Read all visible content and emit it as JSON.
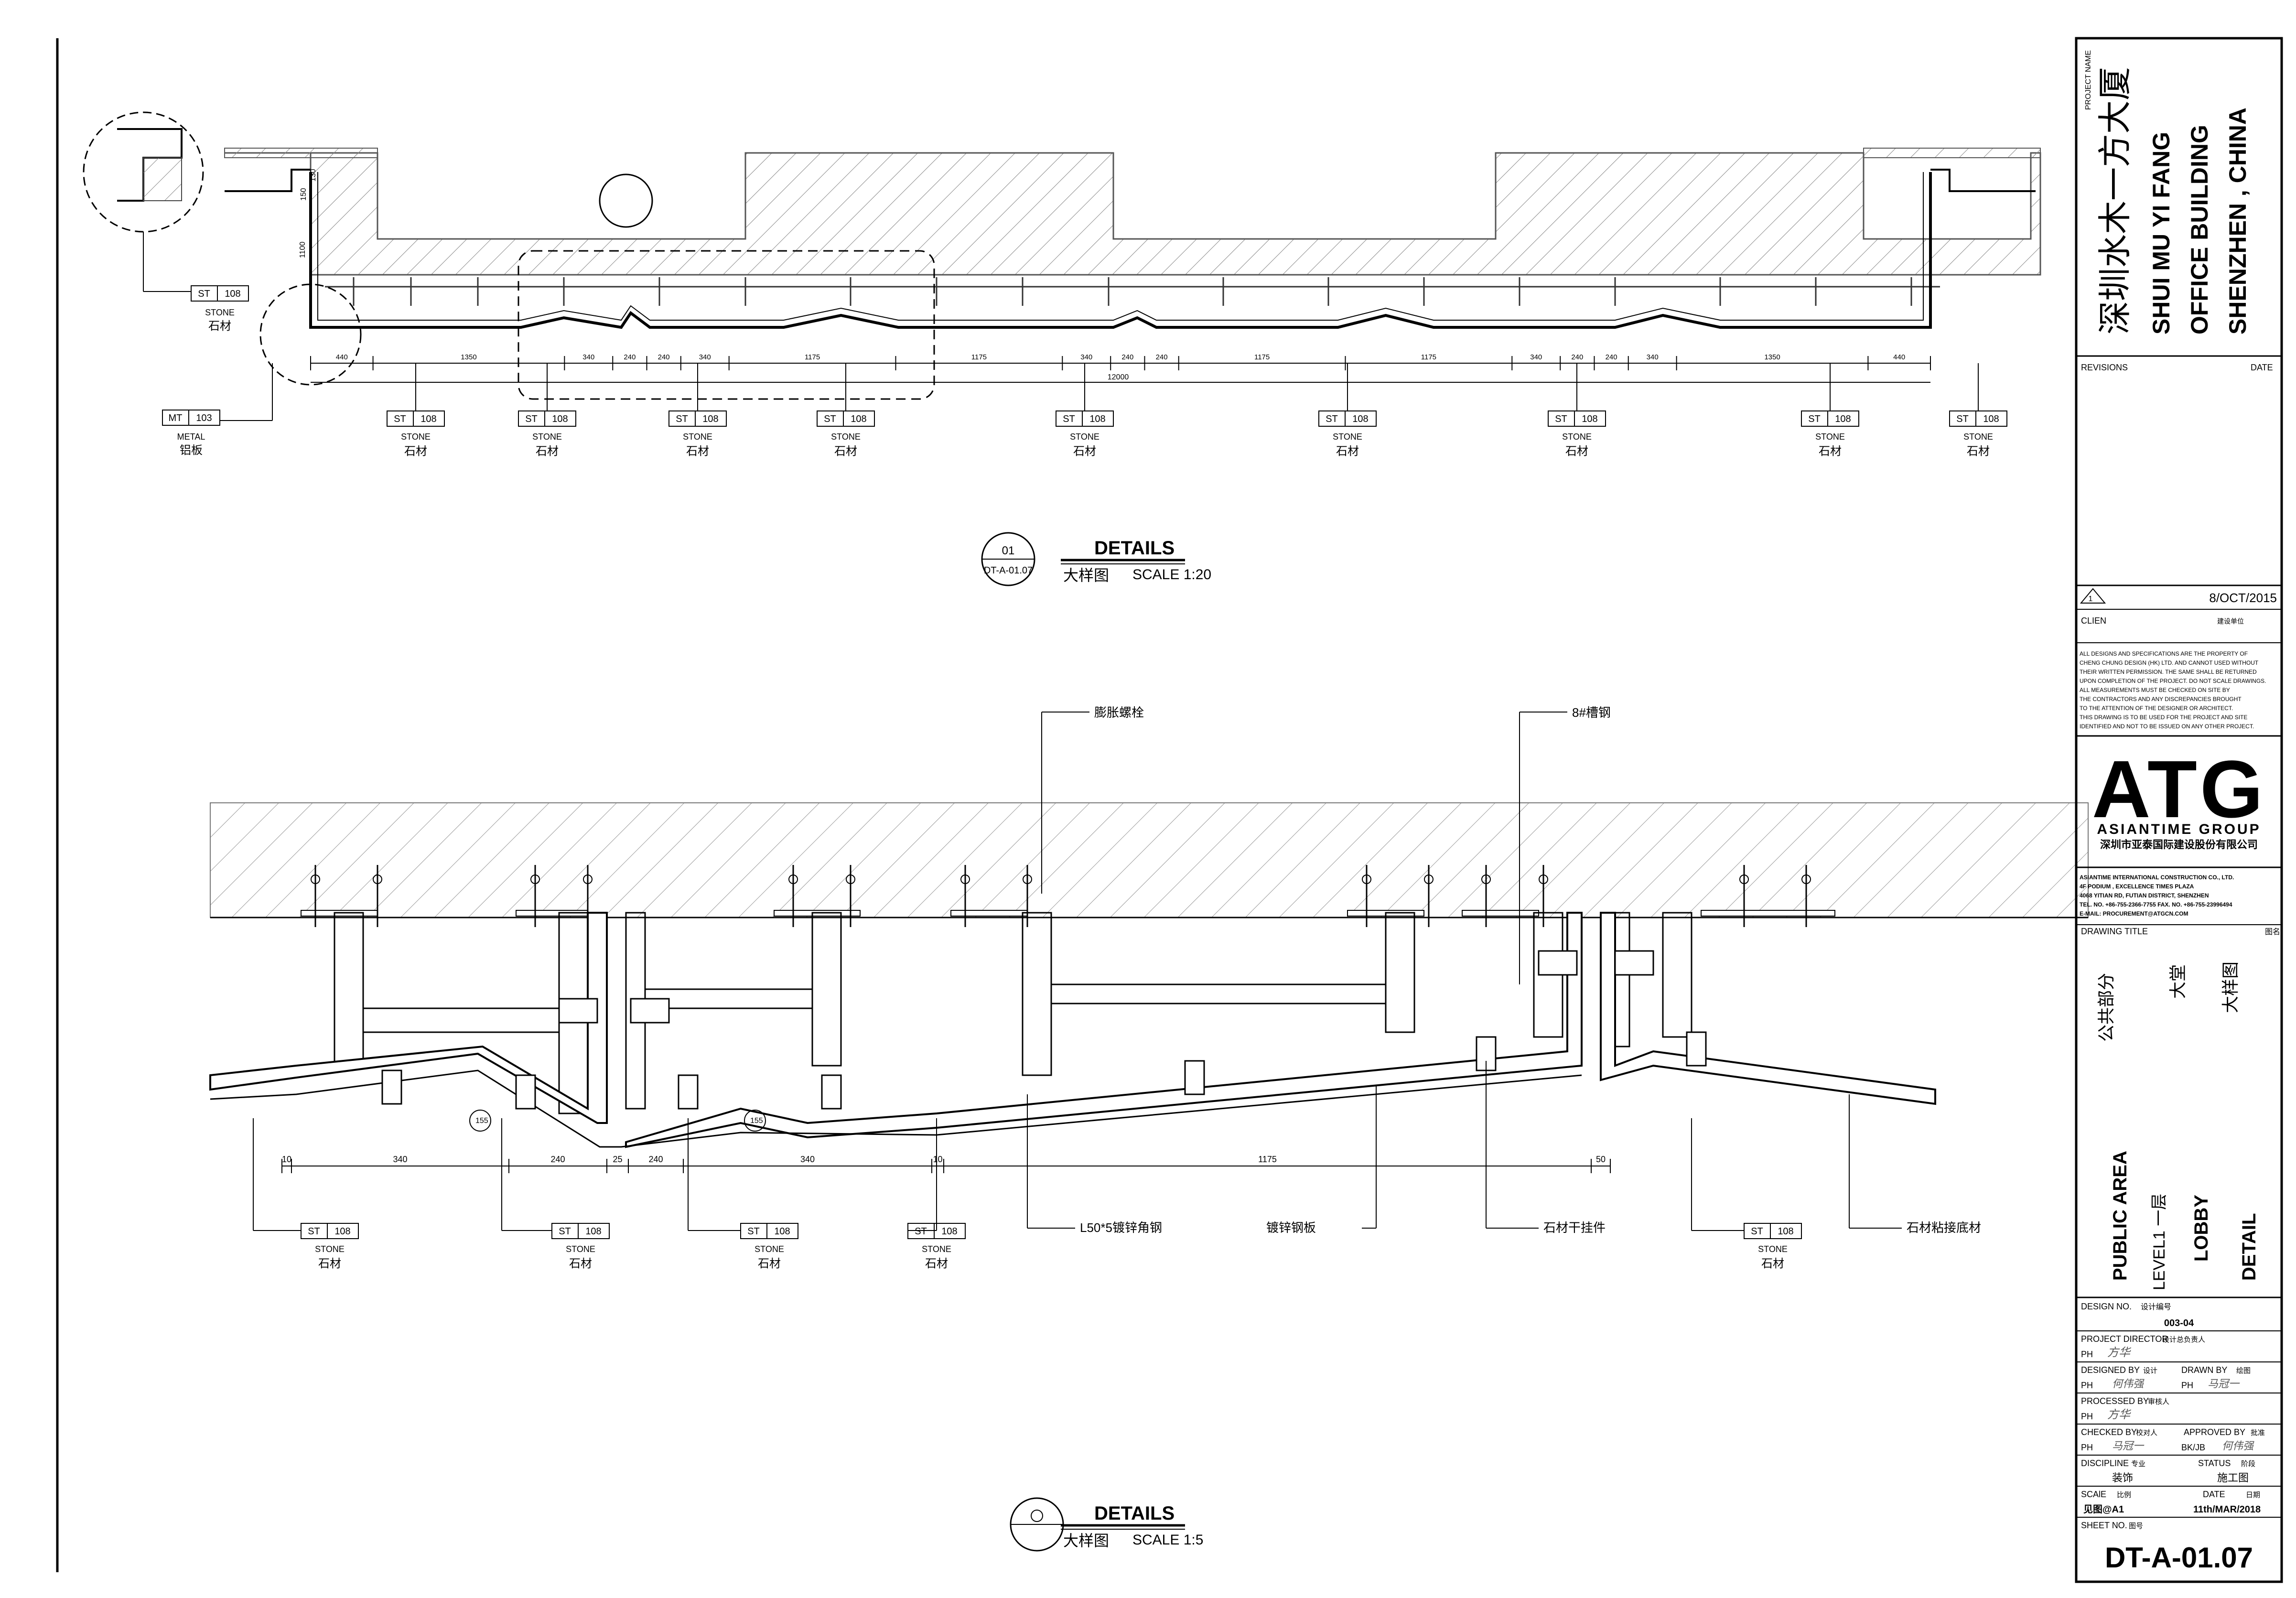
{
  "project": {
    "label": "PROJECT NAME",
    "name_cn": "深圳水木一方大厦",
    "name_en_1": "SHUI MU YI FANG",
    "name_en_2": "OFFICE BUILDING",
    "location": "SHENZHEN , CHINA"
  },
  "revisions": {
    "label": "REVISIONS",
    "date_label": "DATE",
    "rev_date": "8/OCT/2015",
    "rev_mark": "1"
  },
  "client": {
    "label": "CLIEN",
    "label_cn": "建设单位"
  },
  "disclaimer": [
    "ALL DESIGNS AND SPECIFICATIONS ARE THE PROPERTY OF",
    "CHENG CHUNG DESIGN (HK) LTD. AND CANNOT USED WITHOUT",
    "THEIR WRITTEN PERMISSION. THE SAME SHALL BE RETURNED",
    "UPON COMPLETION OF THE PROJECT. DO NOT SCALE DRAWINGS.",
    "ALL MEASUREMENTS MUST BE CHECKED ON SITE BY",
    "THE CONTRACTORS AND ANY DISCREPANCIES BROUGHT",
    "TO THE ATTENTION OF THE DESIGNER OR ARCHITECT.",
    "THIS DRAWING IS TO BE USED FOR THE PROJECT AND SITE",
    "IDENTIFIED AND NOT TO BE ISSUED ON ANY OTHER PROJECT."
  ],
  "company": {
    "logo": "ATG",
    "group": "ASIANTIME GROUP",
    "name_cn": "深圳市亚泰国际建设股份有限公司",
    "address_lines": [
      "ASIANTIME INTERNATIONAL CONSTRUCTION CO., LTD.",
      "4F PODIUM , EXCELLENCE TIMES PLAZA",
      "4068 YITIAN RD, FUTIAN DISTRICT, SHENZHEN",
      "TEL. NO. +86-755-2366-7755  FAX. NO. +86-755-23996494",
      "E-MAIL: PROCUREMENT@ATGCN.COM"
    ]
  },
  "drawing_title": {
    "label": "DRAWING TITLE",
    "label_cn": "图名",
    "cn_lines": [
      "公共部分",
      "大堂",
      "大样图"
    ],
    "en_lines": [
      "PUBLIC AREA",
      "LEVEL1 一层",
      "LOBBY",
      "DETAIL"
    ]
  },
  "design_no": {
    "label": "DESIGN NO.",
    "label_cn": "设计编号",
    "value": "003-04"
  },
  "signoff": {
    "project_director": {
      "label": "PROJECT DIRECTOR",
      "label_cn": "设计总负责人",
      "name": "PH",
      "signature": "方华"
    },
    "designed_by": {
      "label": "DESIGNED BY",
      "label_cn": "设计",
      "name": "PH",
      "signature": "何伟强"
    },
    "drawn_by": {
      "label": "DRAWN BY",
      "label_cn": "绘图",
      "name": "PH",
      "signature": "马冠一"
    },
    "processed_by": {
      "label": "PROCESSED BY",
      "label_cn": "审核人",
      "name": "PH",
      "signature": "方华"
    },
    "checked_by": {
      "label": "CHECKED BY",
      "label_cn": "校对人",
      "name": "PH",
      "signature": "马冠一"
    },
    "approved_by": {
      "label": "APPROVED BY",
      "label_cn": "批准",
      "name": "BK/JB",
      "signature": "何伟强"
    }
  },
  "discipline": {
    "label": "DISCIPLINE",
    "label_cn": "专业",
    "value": "装饰"
  },
  "status": {
    "label": "STATUS",
    "label_cn": "阶段",
    "value": "施工图"
  },
  "scale_cell": {
    "label": "SCAlE",
    "label_cn": "比例",
    "value": "见图@A1"
  },
  "date_cell": {
    "label": "DATE",
    "label_cn": "日期",
    "value": "11th/MAR/2018"
  },
  "sheet": {
    "label": "SHEET NO.",
    "label_cn": "图号",
    "value": "DT-A-01.07"
  },
  "detail1": {
    "number": "01",
    "ref": "DT-A-01.07",
    "title": "DETAILS",
    "title_cn": "大样图",
    "scale": "SCALE  1:20",
    "overall_dim": "12000",
    "dims": [
      "440",
      "1350",
      "340",
      "240",
      "240",
      "340",
      "1175",
      "1175",
      "340",
      "240",
      "240",
      "1175",
      "1175",
      "340",
      "240",
      "240",
      "340",
      "1350",
      "440"
    ],
    "left_height_dims": [
      "1100",
      "150",
      "130"
    ],
    "tag_left": {
      "code": "ST",
      "num": "108",
      "en": "STONE",
      "cn": "石材"
    },
    "tag_metal": {
      "code": "MT",
      "num": "103",
      "en": "METAL",
      "cn": "铝板"
    },
    "tags": [
      {
        "code": "ST",
        "num": "108",
        "en": "STONE",
        "cn": "石材"
      },
      {
        "code": "ST",
        "num": "108",
        "en": "STONE",
        "cn": "石材"
      },
      {
        "code": "ST",
        "num": "108",
        "en": "STONE",
        "cn": "石材"
      },
      {
        "code": "ST",
        "num": "108",
        "en": "STONE",
        "cn": "石材"
      },
      {
        "code": "ST",
        "num": "108",
        "en": "STONE",
        "cn": "石材"
      },
      {
        "code": "ST",
        "num": "108",
        "en": "STONE",
        "cn": "石材"
      },
      {
        "code": "ST",
        "num": "108",
        "en": "STONE",
        "cn": "石材"
      },
      {
        "code": "ST",
        "num": "108",
        "en": "STONE",
        "cn": "石材"
      },
      {
        "code": "ST",
        "num": "108",
        "en": "STONE",
        "cn": "石材"
      }
    ]
  },
  "detail2": {
    "title": "DETAILS",
    "title_cn": "大样图",
    "scale": "SCALE  1:5",
    "top_labels": [
      "膨胀螺栓",
      "8#槽钢"
    ],
    "dims": [
      "10",
      "340",
      "240",
      "25",
      "240",
      "340",
      "10",
      "1175",
      "50"
    ],
    "angle_marks": [
      "155",
      "155"
    ],
    "tags": [
      {
        "code": "ST",
        "num": "108",
        "en": "STONE",
        "cn": "石材"
      },
      {
        "code": "ST",
        "num": "108",
        "en": "STONE",
        "cn": "石材"
      },
      {
        "code": "ST",
        "num": "108",
        "en": "STONE",
        "cn": "石材"
      },
      {
        "code": "ST",
        "num": "108",
        "en": "STONE",
        "cn": "石材"
      },
      {
        "code": "ST",
        "num": "108",
        "en": "STONE",
        "cn": "石材"
      }
    ],
    "notes": [
      "L50*5镀锌角钢",
      "镀锌钢板",
      "石材干挂件",
      "石材粘接底材"
    ]
  }
}
